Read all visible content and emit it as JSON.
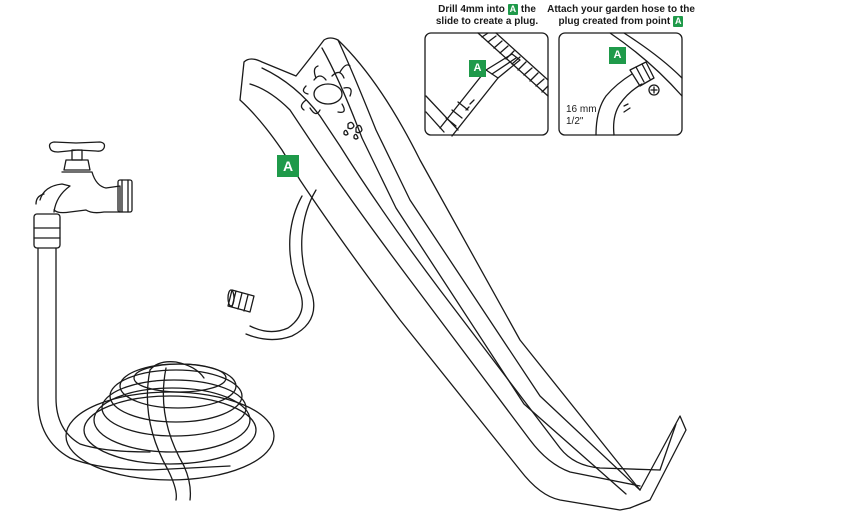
{
  "callout_label": "A",
  "step1": {
    "caption_before": "Drill 4mm into",
    "caption_after": "the",
    "caption_line2": "slide to create a plug."
  },
  "step2": {
    "caption_line1": "Attach your garden hose to the",
    "caption_before": "plug created from point",
    "size_mm": "16 mm",
    "size_in": "1/2\""
  },
  "colors": {
    "badge": "#1f9a4a",
    "line": "#1a1a1a"
  }
}
